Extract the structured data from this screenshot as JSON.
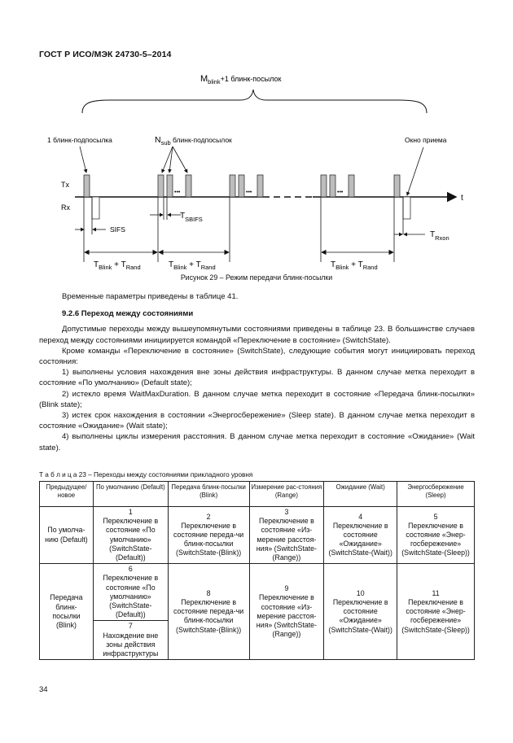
{
  "header": {
    "doc_code": "ГОСТ Р ИСО/МЭК 24730-5–2014"
  },
  "figure": {
    "top_label_main": "M",
    "top_label_sub": "blink",
    "top_label_rest": "+1   блинк-посылок",
    "sub_blink_left": "1 блинк-подпосылка",
    "nsub_main": "N",
    "nsub_sub": "sub",
    "nsub_rest": " блинк-подпосылок",
    "receive_window": "Окно приема",
    "tx_label": "Tx",
    "rx_label": "Rx",
    "t_label": "t",
    "dots": "•••",
    "sifs_label": "SIFS",
    "tsbifs_main": "T",
    "tsbifs_sub": "SBIFS",
    "trxon_main": "T",
    "trxon_sub": "Rxon",
    "tblink_main1": "T",
    "tblink_sub1": "Blink",
    "tblink_plus": " + ",
    "tblink_main2": "T",
    "tblink_sub2": "Rand",
    "caption": "Рисунок 29 – Режим передачи блинк-посылки"
  },
  "body": {
    "p1": "Временные параметры приведены в таблице 41.",
    "section_title": "9.2.6 Переход между состояниями",
    "p2": "Допустимые переходы между вышеупомянутыми состояниями приведены в таблице 23. В большинстве случаев переход между состояниями инициируется командой «Переключение в состояние» (SwitchState).",
    "p3": "Кроме команды «Переключение в состояние» (SwitchState), следующие события могут инициировать переход состояния:",
    "item1": "1) выполнены условия нахождения вне зоны действия инфраструктуры. В данном случае метка переходит в состояние «По умолчанию» (Default state);",
    "item2": "2) истекло время WaitMaxDuration. В данном случае метка переходит в состояние «Передача блинк-посылки» (Blink state);",
    "item3": "3) истек срок нахождения в состоянии «Энергосбережение» (Sleep state). В данном случае метка переходит в состояние «Ожидание» (Wait state);",
    "item4": "4) выполнены циклы измерения расстояния. В данном случае метка переходит в состояние «Ожидание» (Wait state)."
  },
  "table": {
    "title": "Т а б л и ц а  23 – Переходы между состояниями прикладного уровня",
    "headers": [
      "Предыдущее/ новое",
      "По умолчанию (Default)",
      "Передача блинк-посылки (Blink)",
      "Измерение рас-стояния (Range)",
      "Ожидание (Wait)",
      "Энергосбережение (Sleep)"
    ],
    "row1": {
      "label": "По умолча-нию (Default)",
      "cells": [
        {
          "num": "1",
          "text": "Переключение в состояние «По умолчанию» (SwitchState-(Default))"
        },
        {
          "num": "2",
          "text": "Переключение в состояние переда-чи блинк-посылки (SwitchState-(Blink))"
        },
        {
          "num": "3",
          "text": "Переключение в состояние «Из-мерение расстоя-ния» (SwitchState-(Range))"
        },
        {
          "num": "4",
          "text": "Переключение в состояние «Ожидание» (SwitchState-(Wait))"
        },
        {
          "num": "5",
          "text": "Переключение в состояние «Энер-госбережение» (SwitchState-(Sleep))"
        }
      ]
    },
    "row2": {
      "label": "Передача блинк-посылки (Blink)",
      "default_a": {
        "num": "6",
        "text": "Переключение в состояние «По умолчанию» (SwitchState-(Default))"
      },
      "default_b": {
        "num": "7",
        "text": "Нахождение вне зоны действия инфраструктуры"
      },
      "cells": [
        {
          "num": "8",
          "text": "Переключение в состояние переда-чи блинк-посылки (SwitchState-(Blink))"
        },
        {
          "num": "9",
          "text": "Переключение в состояние «Из-мерение расстоя-ния» (SwitchState-(Range))"
        },
        {
          "num": "10",
          "text": "Переключение в состояние «Ожидание» (SwitchState-(Wait))"
        },
        {
          "num": "11",
          "text": "Переключение в состояние «Энер-госбережение» (SwitchState-(Sleep))"
        }
      ]
    }
  },
  "footer": {
    "page_number": "34"
  }
}
